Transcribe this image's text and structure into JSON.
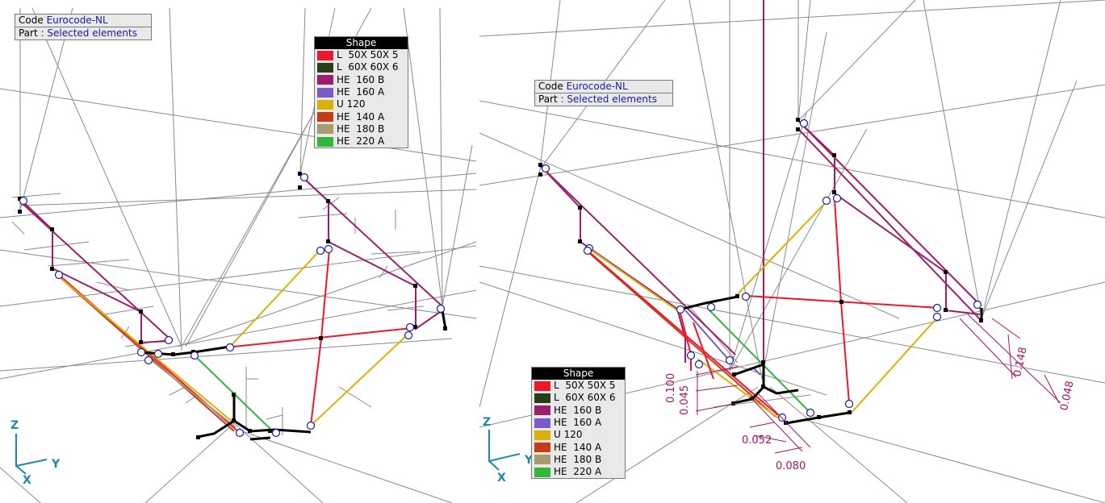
{
  "info_box": {
    "code_label": "Code",
    "code_value": "Eurocode-NL",
    "part_label": "Part",
    "part_value": ": Selected elements"
  },
  "legend": {
    "title": "Shape",
    "items": [
      {
        "label": "L  50X 50X 5",
        "color": "#f0162c"
      },
      {
        "label": "L  60X 60X 6",
        "color": "#2c3e16"
      },
      {
        "label": "HE  160 B",
        "color": "#9c1f6e"
      },
      {
        "label": "HE  160 A",
        "color": "#7b5acc"
      },
      {
        "label": "U 120",
        "color": "#d8b10a"
      },
      {
        "label": "HE  140 A",
        "color": "#c53b16"
      },
      {
        "label": "HE  180 B",
        "color": "#a89a70"
      },
      {
        "label": "HE  220 A",
        "color": "#33b53e"
      }
    ]
  },
  "axes": {
    "z": "Z",
    "y": "Y",
    "x": "X"
  },
  "dimensions": [
    "0.100",
    "0.045",
    "0.052",
    "0.080",
    "0.148",
    "0.048"
  ],
  "colors": {
    "grid": "#8a8a8a",
    "axis": "#1b8aa6",
    "dimension": "#a31466",
    "node": "#000000",
    "support_circle": "#1a1aa0"
  }
}
